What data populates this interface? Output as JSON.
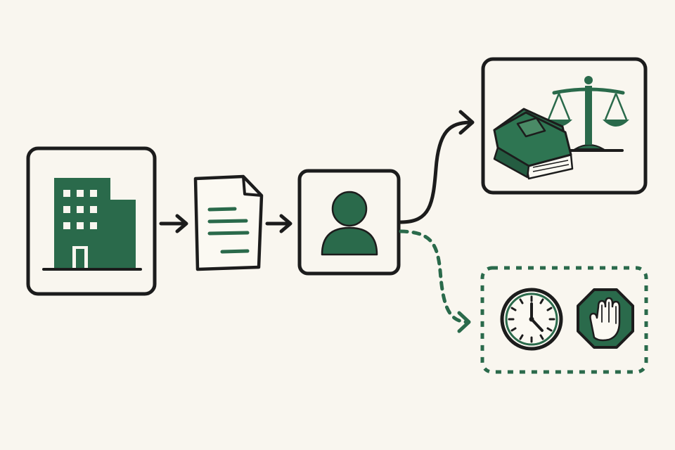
{
  "diagram": {
    "nodes": [
      {
        "id": "organization",
        "icon": "office-building-icon"
      },
      {
        "id": "document",
        "icon": "document-icon"
      },
      {
        "id": "person",
        "icon": "person-icon"
      },
      {
        "id": "legal",
        "icons": [
          "law-book-icon",
          "scales-of-justice-icon"
        ]
      },
      {
        "id": "halt",
        "icons": [
          "clock-icon",
          "stop-hand-icon"
        ],
        "border": "dashed"
      }
    ],
    "edges": [
      {
        "from": "organization",
        "to": "document",
        "style": "solid"
      },
      {
        "from": "document",
        "to": "person",
        "style": "solid"
      },
      {
        "from": "person",
        "to": "legal",
        "style": "solid"
      },
      {
        "from": "person",
        "to": "halt",
        "style": "dashed"
      }
    ]
  },
  "colors": {
    "background": "#f9f6ef",
    "ink": "#1c1c1c",
    "accent_green": "#2a6a4b",
    "paper": "#fbf9f2"
  }
}
